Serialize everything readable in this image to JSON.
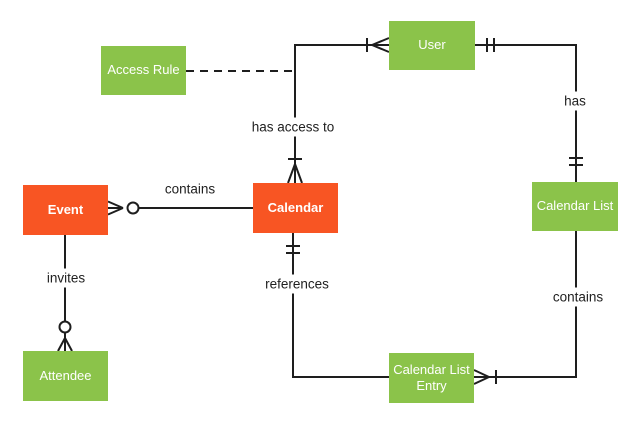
{
  "entities": {
    "event": {
      "label": "Event",
      "type": "primary"
    },
    "calendar": {
      "label": "Calendar",
      "type": "primary"
    },
    "access_rule": {
      "label": "Access Rule",
      "type": "secondary"
    },
    "user": {
      "label": "User",
      "type": "secondary"
    },
    "calendar_list": {
      "label": "Calendar List",
      "type": "secondary"
    },
    "calendar_list_entry": {
      "label": "Calendar List Entry",
      "type": "secondary"
    },
    "attendee": {
      "label": "Attendee",
      "type": "secondary"
    }
  },
  "relationships": {
    "contains_calendar": {
      "label": "contains",
      "from": "Event",
      "to": "Calendar",
      "from_cardinality": "zero-or-many"
    },
    "invites": {
      "label": "invites",
      "from": "Event",
      "to": "Attendee",
      "to_cardinality": "zero-or-many"
    },
    "has_access_to": {
      "label": "has access to",
      "from": "Calendar",
      "to": "User",
      "from_cardinality": "one-or-many",
      "to_cardinality": "one-or-many",
      "linked_entity": "Access Rule",
      "link_style": "dashed"
    },
    "has": {
      "label": "has",
      "from": "User",
      "to": "Calendar List",
      "from_cardinality": "exactly-one",
      "to_cardinality": "exactly-one"
    },
    "contains_entry": {
      "label": "contains",
      "from": "Calendar List",
      "to": "Calendar List Entry",
      "to_cardinality": "one-or-many"
    },
    "references": {
      "label": "references",
      "from": "Calendar",
      "to": "Calendar List Entry",
      "from_cardinality": "exactly-one"
    }
  },
  "colors": {
    "entity_primary": "#f85523",
    "entity_secondary": "#8bc34a",
    "entity_text": "#ffffff",
    "label_text": "#212121",
    "line": "#1e1e1e",
    "background": "#ffffff"
  }
}
